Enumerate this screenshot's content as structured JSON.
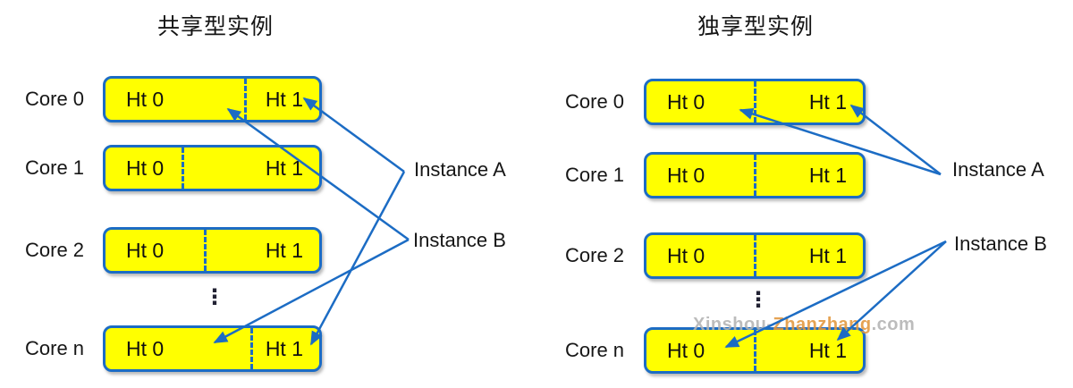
{
  "diagram": {
    "left": {
      "title": "共享型实例",
      "cores": [
        {
          "label": "Core 0",
          "ht0": "Ht 0",
          "ht1": "Ht 1"
        },
        {
          "label": "Core 1",
          "ht0": "Ht 0",
          "ht1": "Ht 1"
        },
        {
          "label": "Core 2",
          "ht0": "Ht 0",
          "ht1": "Ht 1"
        },
        {
          "label": "Core n",
          "ht0": "Ht 0",
          "ht1": "Ht 1"
        }
      ],
      "ellipsis": "⋮",
      "instance_a": "Instance A",
      "instance_b": "Instance B",
      "connections": {
        "instance_a": [
          "Core 0 / Ht 1",
          "Core n / Ht 1"
        ],
        "instance_b": [
          "Core 0 / Ht 0",
          "Core n / Ht 0"
        ]
      }
    },
    "right": {
      "title": "独享型实例",
      "cores": [
        {
          "label": "Core 0",
          "ht0": "Ht 0",
          "ht1": "Ht 1"
        },
        {
          "label": "Core 1",
          "ht0": "Ht 0",
          "ht1": "Ht 1"
        },
        {
          "label": "Core 2",
          "ht0": "Ht 0",
          "ht1": "Ht 1"
        },
        {
          "label": "Core n",
          "ht0": "Ht 0",
          "ht1": "Ht 1"
        }
      ],
      "ellipsis": "⋮",
      "instance_a": "Instance A",
      "instance_b": "Instance B",
      "connections": {
        "instance_a": [
          "Core 0 / Ht 0",
          "Core 0 / Ht 1"
        ],
        "instance_b": [
          "Core n / Ht 0",
          "Core n / Ht 1"
        ]
      }
    },
    "watermark": {
      "prefix": "Xinshou-",
      "brand": "Zhanzhang",
      "suffix": ".com"
    },
    "colors": {
      "box_fill": "#ffff00",
      "diagram_blue": "#1c6cc4",
      "text": "#111111",
      "watermark_gray": "#b3b3b3",
      "watermark_orange": "#e2973d"
    }
  }
}
